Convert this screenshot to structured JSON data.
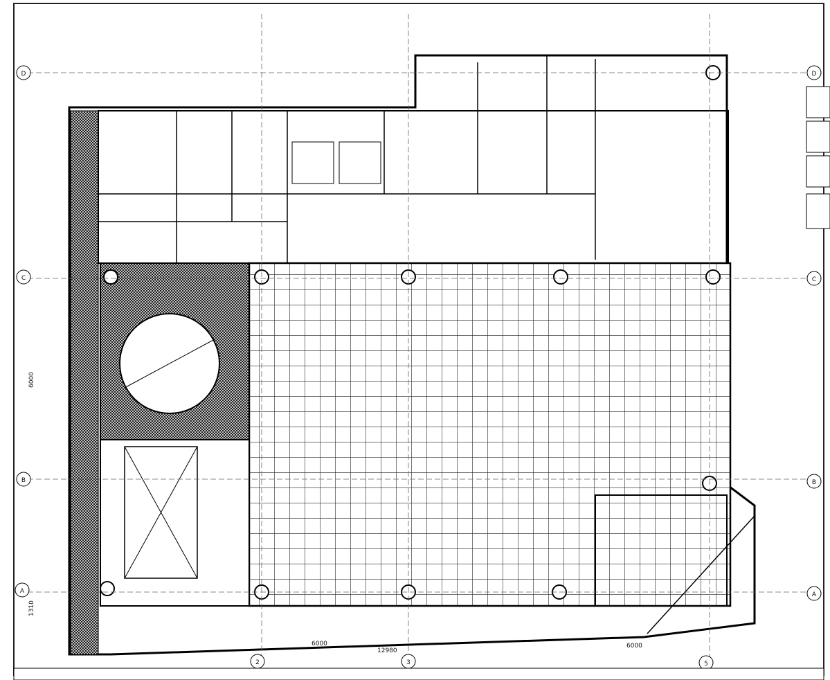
{
  "grid_axes": {
    "rows": [
      {
        "label": "D"
      },
      {
        "label": "C"
      },
      {
        "label": "B"
      },
      {
        "label": "A"
      }
    ],
    "columns": [
      {
        "label": "2"
      },
      {
        "label": "3"
      },
      {
        "label": "5"
      }
    ]
  },
  "dimensions": {
    "bottom_total": "12980",
    "bottom_left": "6000",
    "bottom_right": "6000",
    "left_a": "1310",
    "left_b": "6000"
  },
  "sheet": {
    "title_block_left": "",
    "title_block_right": ""
  }
}
